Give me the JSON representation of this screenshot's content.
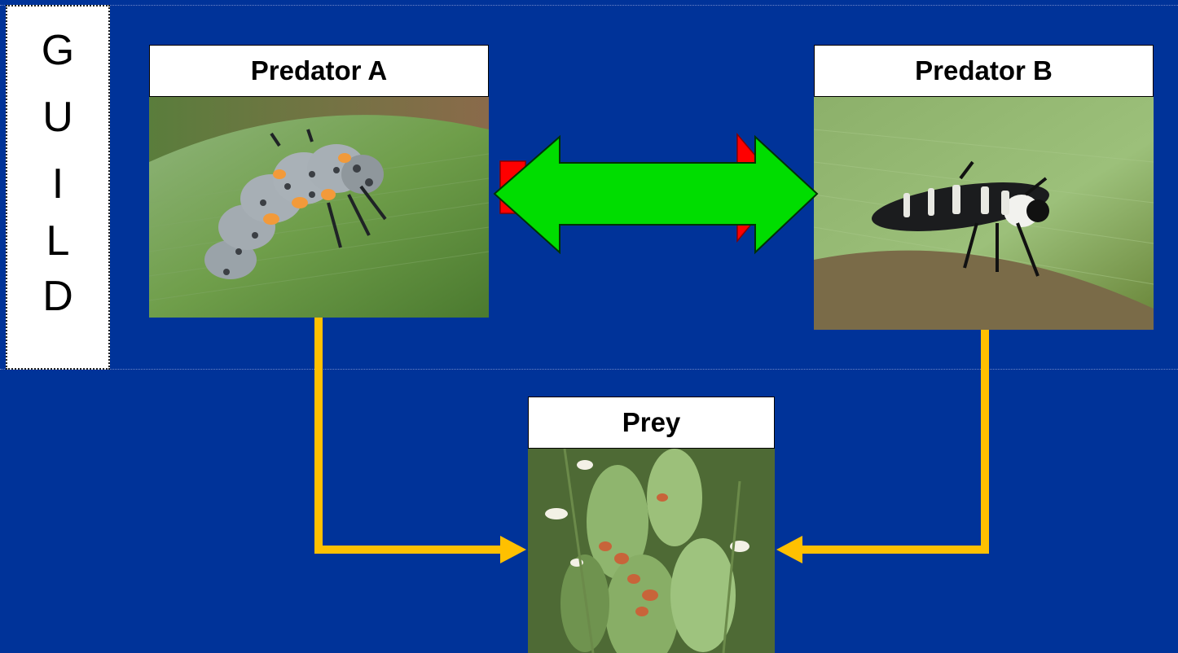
{
  "guild": {
    "letters": [
      "G",
      "U",
      "I",
      "L",
      "D"
    ]
  },
  "predator_a": {
    "label": "Predator A",
    "image": "ladybird-larva-orange-spotted-on-leaf"
  },
  "predator_b": {
    "label": "Predator B",
    "image": "ladybird-larva-black-white-on-leaf"
  },
  "prey": {
    "label": "Prey",
    "image": "aphids-on-wheat-ear"
  },
  "colors": {
    "background": "#003399",
    "predation_arrow": "#FFC000",
    "interaction_arrow_front": "#00DD00",
    "interaction_arrow_back": "#FF0000"
  }
}
